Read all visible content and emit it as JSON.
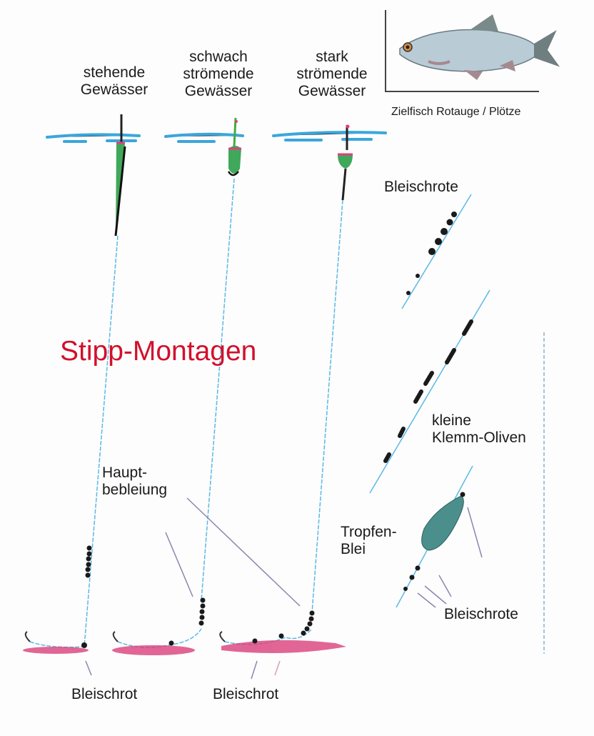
{
  "title": "Stipp-Montagen",
  "columns": [
    {
      "line1": "stehende",
      "line2": "Gewässer"
    },
    {
      "line0": "schwach",
      "line1": "strömende",
      "line2": "Gewässer"
    },
    {
      "line0": "stark",
      "line1": "strömende",
      "line2": "Gewässer"
    }
  ],
  "fish_caption": "Zielfisch Rotauge / Plötze",
  "labels": {
    "bleischrote_top": "Bleischrote",
    "klemm_1": "kleine",
    "klemm_2": "Klemm-Oliven",
    "haupt_1": "Haupt-",
    "haupt_2": "bebleiung",
    "tropfen_1": "Tropfen-",
    "tropfen_2": "Blei",
    "bleischrote_bottom": "Bleischrote",
    "bleischrot_left": "Bleischrot",
    "bleischrot_mid": "Bleischrot"
  },
  "colors": {
    "title": "#d2102b",
    "water": "#3aa6dc",
    "float": "#3fa85a",
    "line": "#5ab8e6",
    "bed": "#d9407a"
  }
}
